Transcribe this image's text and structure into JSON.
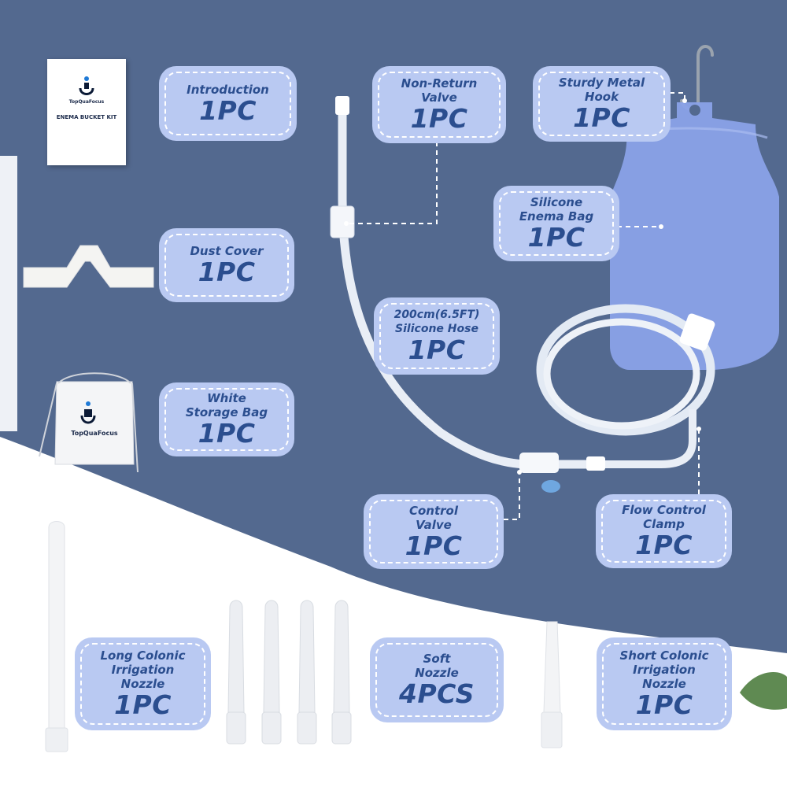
{
  "labels": [
    {
      "id": "introduction",
      "name": "Introduction",
      "qty": "1PC"
    },
    {
      "id": "non-return-valve",
      "name": "Non-Return Valve",
      "qty": "1PC"
    },
    {
      "id": "sturdy-metal-hook",
      "name": "Sturdy Metal Hook",
      "qty": "1PC"
    },
    {
      "id": "silicone-enema-bag",
      "name": "Silicone Enema Bag",
      "qty": "1PC"
    },
    {
      "id": "dust-cover",
      "name": "Dust Cover",
      "qty": "1PC"
    },
    {
      "id": "silicone-hose",
      "name": "200cm(6.5FT) Silicone Hose",
      "qty": "1PC"
    },
    {
      "id": "white-storage-bag",
      "name": "White Storage Bag",
      "qty": "1PC"
    },
    {
      "id": "control-valve",
      "name": "Control Valve",
      "qty": "1PC"
    },
    {
      "id": "flow-control-clamp",
      "name": "Flow Control Clamp",
      "qty": "1PC"
    },
    {
      "id": "long-colonic-irrigation-nozzle",
      "name": "Long Colonic Irrigation Nozzle",
      "qty": "1PC"
    },
    {
      "id": "soft-nozzle",
      "name": "Soft Nozzle",
      "qty": "4PCS"
    },
    {
      "id": "short-colonic-irrigation-nozzle",
      "name": "Short Colonic Irrigation Nozzle",
      "qty": "1PC"
    }
  ],
  "booklet": {
    "brand": "TopQuaFocus",
    "title": "ENEMA BUCKET KIT"
  },
  "storage_bag": {
    "brand": "TopQuaFocus"
  },
  "colors": {
    "background": "#53698f",
    "floor": "#ffffff",
    "label_fill": "#b9c9f2",
    "label_text": "#2b4e8f",
    "tube": "#e9eef6",
    "enema_bag": "#8aa2e8"
  }
}
